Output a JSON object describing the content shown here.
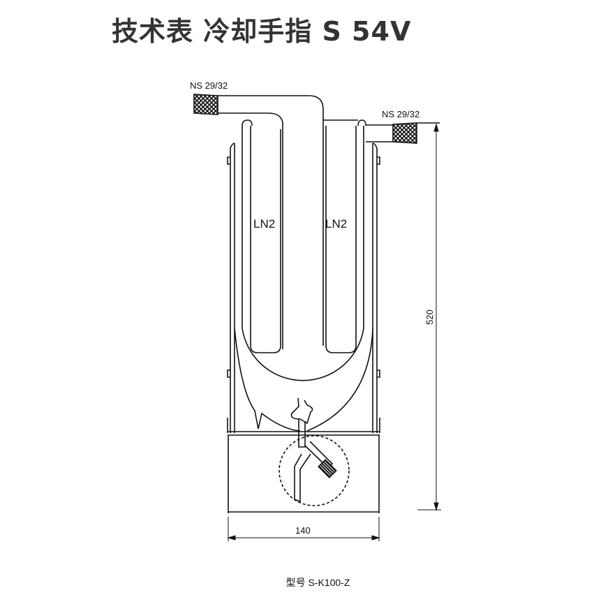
{
  "title": "技术表 冷却手指 S 54V",
  "drawing": {
    "joint_left": "NS 29/32",
    "joint_right": "NS 29/32",
    "ln2_left": "LN2",
    "ln2_right": "LN2",
    "height_dim": "520",
    "width_dim": "140"
  },
  "model_label": "型号 S-K100-Z"
}
